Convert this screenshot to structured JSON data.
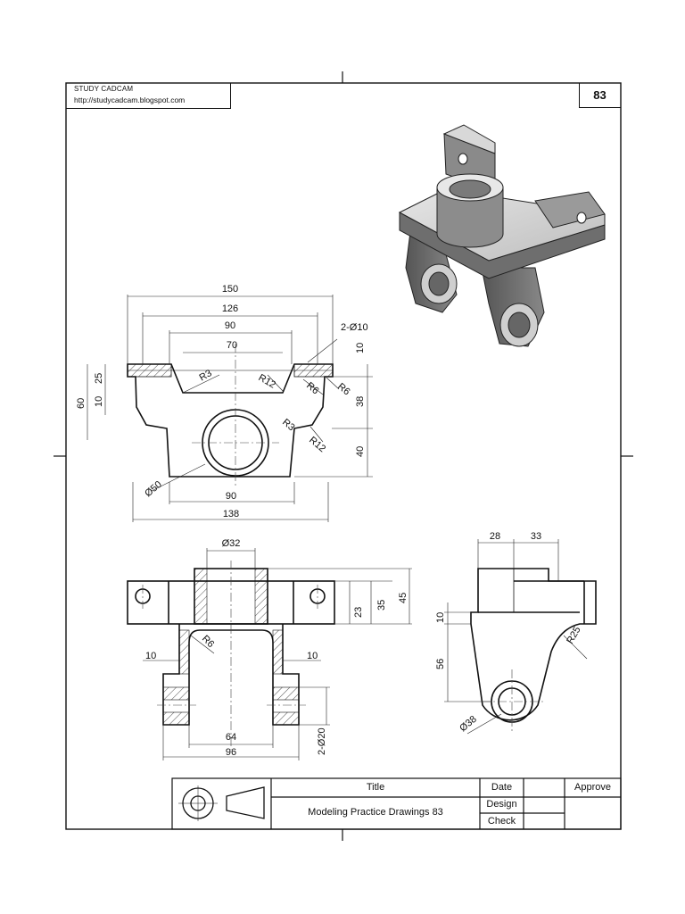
{
  "header": {
    "brand_name": "STUDY CADCAM",
    "brand_url": "http://studycadcam.blogspot.com",
    "sheet_number": "83"
  },
  "title_block": {
    "title_label": "Title",
    "title_value": "Modeling Practice Drawings 83",
    "date_label": "Date",
    "approve_label": "Approve",
    "design_label": "Design",
    "check_label": "Check"
  },
  "dimensions": {
    "top_view": [
      "150",
      "126",
      "90",
      "70",
      "2-Ø10",
      "10",
      "R3",
      "R12",
      "R6",
      "R6",
      "38",
      "R3",
      "R12",
      "40",
      "60",
      "25",
      "10",
      "Ø50",
      "90",
      "138"
    ],
    "front_view": [
      "Ø32",
      "45",
      "35",
      "23",
      "R6",
      "10",
      "10",
      "64",
      "96",
      "2-Ø20"
    ],
    "side_view": [
      "28",
      "33",
      "10",
      "R25",
      "56",
      "Ø38"
    ]
  }
}
